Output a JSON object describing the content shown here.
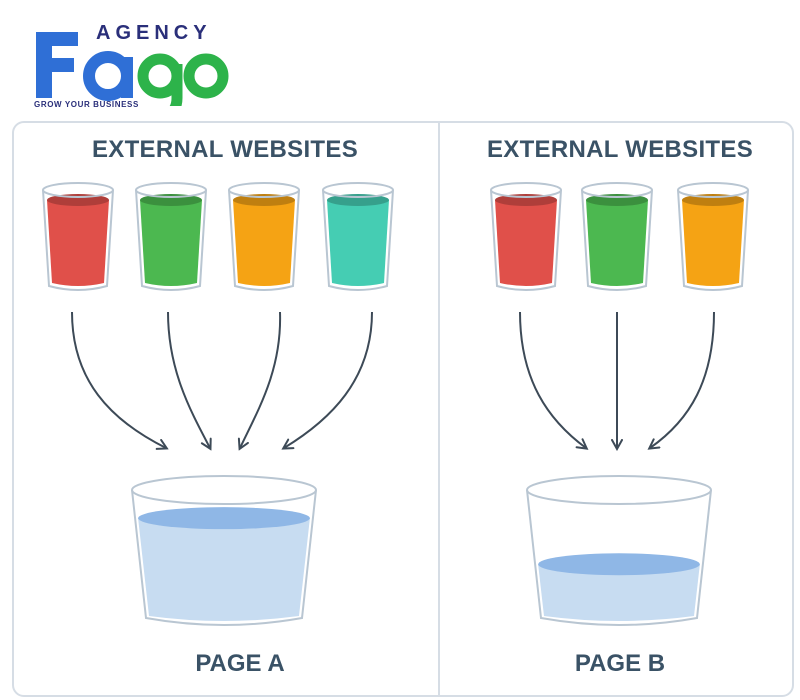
{
  "brand": {
    "agency": "AGENCY",
    "name": "Fago",
    "tagline": "GROW YOUR BUSINESS",
    "colors": {
      "blue": "#2f6fd6",
      "green": "#2db34a",
      "navy": "#2a2f7a"
    }
  },
  "panels": [
    {
      "id": "a",
      "title": "EXTERNAL WEBSITES",
      "page_label": "PAGE A",
      "source_cups": [
        {
          "color": "red",
          "hex": "#e0504a"
        },
        {
          "color": "green",
          "hex": "#4cb850"
        },
        {
          "color": "orange",
          "hex": "#f5a314"
        },
        {
          "color": "teal",
          "hex": "#45cdb3"
        }
      ],
      "arrow_count": 4,
      "bucket_fill_level": 0.78
    },
    {
      "id": "b",
      "title": "EXTERNAL WEBSITES",
      "page_label": "PAGE B",
      "source_cups": [
        {
          "color": "red",
          "hex": "#e0504a"
        },
        {
          "color": "green",
          "hex": "#4cb850"
        },
        {
          "color": "orange",
          "hex": "#f5a314"
        }
      ],
      "arrow_count": 3,
      "bucket_fill_level": 0.42
    }
  ],
  "colors": {
    "frame": "#d6dde5",
    "text": "#3a5266",
    "arrow": "#3d4a57",
    "water": "#c7dcf1",
    "water_surface": "#8fb7e6"
  }
}
